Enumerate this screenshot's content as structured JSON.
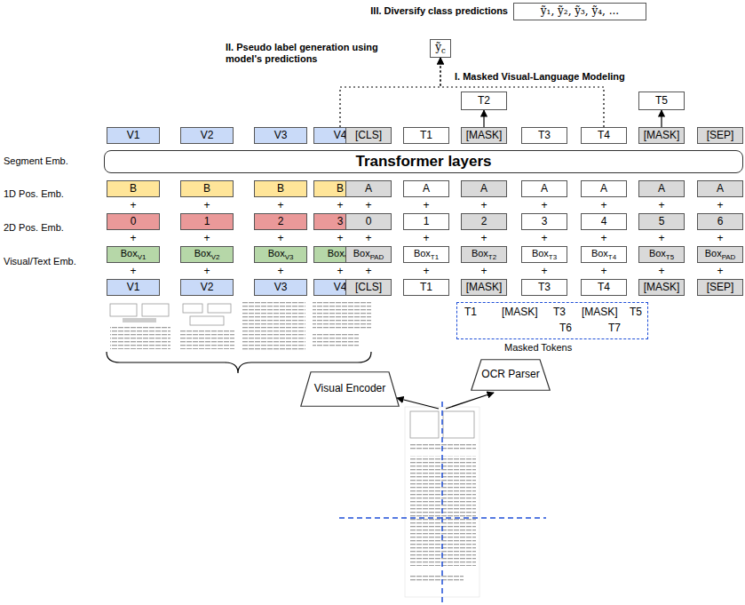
{
  "diagram": {
    "nodes": [
      {
        "text": [
          "ỹ₁, ỹ₂, ỹ₃, ỹ₄, ..."
        ]
      },
      {
        "text": [
          "ỹ",
          "c"
        ]
      },
      {
        "text": [
          "T2"
        ]
      },
      {
        "text": [
          "T5"
        ]
      },
      {
        "text": [
          "V1"
        ]
      },
      {
        "text": [
          "V2"
        ]
      },
      {
        "text": [
          "V3"
        ]
      },
      {
        "text": [
          "V4"
        ]
      },
      {
        "text": [
          "[CLS]"
        ]
      },
      {
        "text": [
          "T1"
        ]
      },
      {
        "text": [
          "[MASK]"
        ]
      },
      {
        "text": [
          "T3"
        ]
      },
      {
        "text": [
          "T4"
        ]
      },
      {
        "text": [
          "[MASK]"
        ]
      },
      {
        "text": [
          "[SEP]"
        ]
      },
      {
        "text": [
          "Transformer layers"
        ]
      },
      {
        "text": [
          "B"
        ]
      },
      {
        "text": [
          "B"
        ]
      },
      {
        "text": [
          "B"
        ]
      },
      {
        "text": [
          "B"
        ]
      },
      {
        "text": [
          "A"
        ]
      },
      {
        "text": [
          "A"
        ]
      },
      {
        "text": [
          "A"
        ]
      },
      {
        "text": [
          "A"
        ]
      },
      {
        "text": [
          "A"
        ]
      },
      {
        "text": [
          "A"
        ]
      },
      {
        "text": [
          "A"
        ]
      },
      {
        "text": [
          "0"
        ]
      },
      {
        "text": [
          "1"
        ]
      },
      {
        "text": [
          "2"
        ]
      },
      {
        "text": [
          "3"
        ]
      },
      {
        "text": [
          "0"
        ]
      },
      {
        "text": [
          "1"
        ]
      },
      {
        "text": [
          "2"
        ]
      },
      {
        "text": [
          "3"
        ]
      },
      {
        "text": [
          "4"
        ]
      },
      {
        "text": [
          "5"
        ]
      },
      {
        "text": [
          "6"
        ]
      },
      {
        "text": [
          "Box",
          "V1"
        ]
      },
      {
        "text": [
          "Box",
          "V2"
        ]
      },
      {
        "text": [
          "Box",
          "V3"
        ]
      },
      {
        "text": [
          "Box",
          "V4"
        ]
      },
      {
        "text": [
          "Box",
          "PAD"
        ]
      },
      {
        "text": [
          "Box",
          "T1"
        ]
      },
      {
        "text": [
          "Box",
          "T2"
        ]
      },
      {
        "text": [
          "Box",
          "T3"
        ]
      },
      {
        "text": [
          "Box",
          "T4"
        ]
      },
      {
        "text": [
          "Box",
          "T5"
        ]
      },
      {
        "text": [
          "Box",
          "PAD"
        ]
      },
      {
        "text": [
          "V1"
        ]
      },
      {
        "text": [
          "V2"
        ]
      },
      {
        "text": [
          "V3"
        ]
      },
      {
        "text": [
          "V4"
        ]
      },
      {
        "text": [
          "[CLS]"
        ]
      },
      {
        "text": [
          "T1"
        ]
      },
      {
        "text": [
          "[MASK]"
        ]
      },
      {
        "text": [
          "T3"
        ]
      },
      {
        "text": [
          "T4"
        ]
      },
      {
        "text": [
          "[MASK]"
        ]
      },
      {
        "text": [
          "[SEP]"
        ]
      },
      {
        "text": [
          "Visual Encoder"
        ]
      },
      {
        "text": [
          "OCR Parser"
        ]
      },
      {
        "text": [
          "T1",
          "[MASK]",
          "T3",
          "[MASK]",
          "T5",
          "T6",
          "T7"
        ]
      }
    ],
    "edges": [
      {
        "from": 10,
        "to": 2,
        "arrow": "to"
      },
      {
        "from": 13,
        "to": 3,
        "arrow": "to"
      },
      {
        "from": 7,
        "to": 1,
        "arrow": "to"
      },
      {
        "from": 12,
        "to": 1,
        "arrow": "to"
      }
    ],
    "labels": [
      "III. Diversify class predictions",
      "II. Pseudo label generation using model's predictions",
      "I. Masked Visual-Language Modeling",
      "Segment Emb.",
      "1D Pos. Emb.",
      "2D Pos. Emb.",
      "Visual/Text Emb.",
      "+",
      "+",
      "+",
      "+",
      "+",
      "+",
      "+",
      "+",
      "+",
      "+",
      "+",
      "+",
      "+",
      "+",
      "+",
      "+",
      "+",
      "+",
      "+",
      "+",
      "+",
      "+",
      "+",
      "+",
      "+",
      "+",
      "+",
      "+",
      "+",
      "+",
      "+",
      "+",
      "+",
      "Masked Tokens"
    ]
  }
}
